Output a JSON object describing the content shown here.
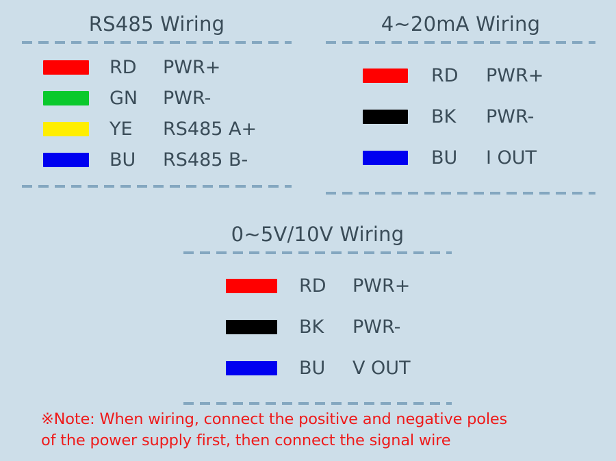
{
  "page": {
    "background_color": "#cddee9",
    "text_color": "#3a4c58",
    "divider_color": "#84a7c0",
    "note_color": "#ee1b1b"
  },
  "blocks": [
    {
      "id": "rs485",
      "title": "RS485 Wiring",
      "rows": [
        {
          "color": "#ff0000",
          "color_name": "red-swatch",
          "code": "RD",
          "function": "PWR+"
        },
        {
          "color": "#0ac92c",
          "color_name": "green-swatch",
          "code": "GN",
          "function": "PWR-"
        },
        {
          "color": "#ffee00",
          "color_name": "yellow-swatch",
          "code": "YE",
          "function": "RS485 A+"
        },
        {
          "color": "#0000f0",
          "color_name": "blue-swatch",
          "code": "BU",
          "function": "RS485 B-"
        }
      ]
    },
    {
      "id": "ma420",
      "title": "4~20mA Wiring",
      "rows": [
        {
          "color": "#ff0000",
          "color_name": "red-swatch",
          "code": "RD",
          "function": "PWR+"
        },
        {
          "color": "#000000",
          "color_name": "black-swatch",
          "code": "BK",
          "function": "PWR-"
        },
        {
          "color": "#0000f0",
          "color_name": "blue-swatch",
          "code": "BU",
          "function": "I OUT"
        }
      ]
    },
    {
      "id": "v05",
      "title": "0~5V/10V Wiring",
      "rows": [
        {
          "color": "#ff0000",
          "color_name": "red-swatch",
          "code": "RD",
          "function": "PWR+"
        },
        {
          "color": "#000000",
          "color_name": "black-swatch",
          "code": "BK",
          "function": "PWR-"
        },
        {
          "color": "#0000f0",
          "color_name": "blue-swatch",
          "code": "BU",
          "function": "V OUT"
        }
      ]
    }
  ],
  "note": {
    "line1": "※Note: When wiring, connect the positive and negative poles",
    "line2": "of the power supply first, then connect the signal wire"
  }
}
